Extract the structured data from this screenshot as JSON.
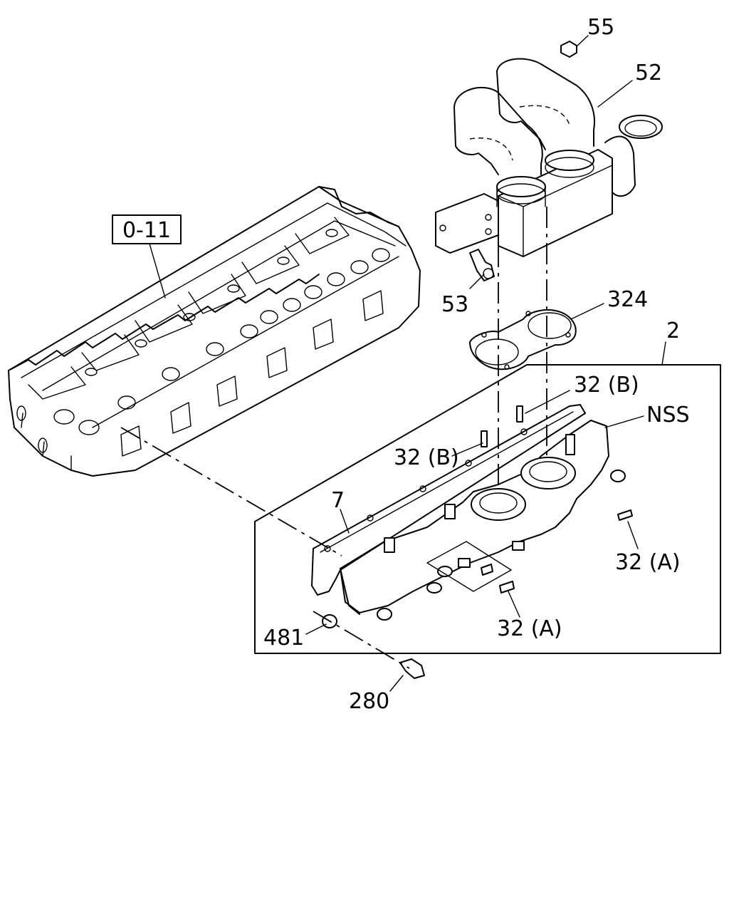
{
  "diagram": {
    "reference_box": "0-11",
    "callouts": {
      "c55": "55",
      "c52": "52",
      "c53": "53",
      "c324": "324",
      "c2": "2",
      "c32b_top": "32 (B)",
      "cNSS": "NSS",
      "c32b_left": "32 (B)",
      "c7": "7",
      "c32a_right": "32 (A)",
      "c32a_bottom": "32 (A)",
      "c481": "481",
      "c280": "280"
    }
  }
}
